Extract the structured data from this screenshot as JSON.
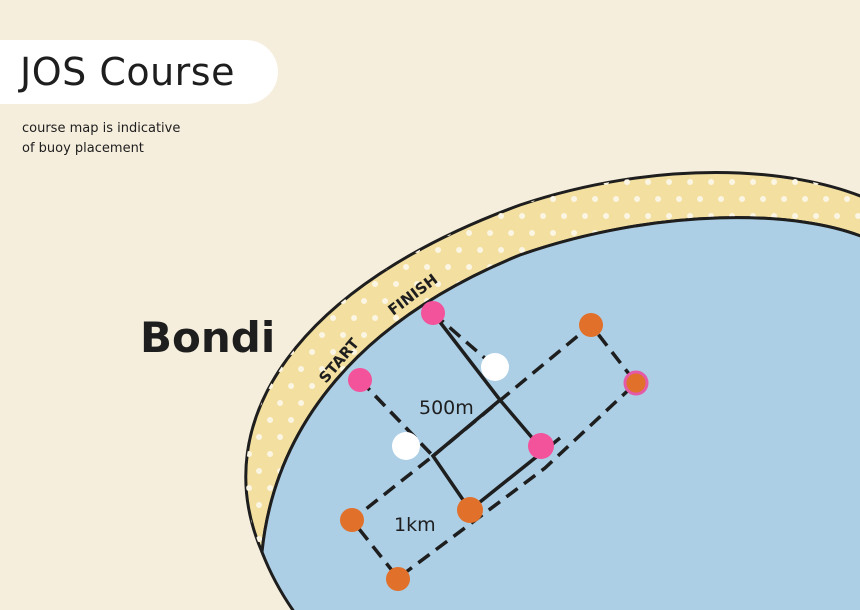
{
  "header": {
    "title": "JOS Course",
    "subtitle_line1": "course map is indicative",
    "subtitle_line2": "of buoy placement"
  },
  "beach": {
    "name": "Bondi",
    "start_label": "START",
    "finish_label": "FINISH"
  },
  "course": {
    "short_course_label": "500m",
    "long_course_label": "1km"
  },
  "colors": {
    "background": "#f6eedd",
    "sand": "#f3df9f",
    "water": "#accfe6",
    "outline": "#1e1e1e",
    "start_finish_buoy": "#f2539b",
    "turn_buoy_500m": "#ffffff",
    "turn_buoy_1km": "#e0702a"
  },
  "icons": {
    "start_finish_buoy": "pink-circle-buoy-icon",
    "turn_buoy_500m": "white-circle-buoy-icon",
    "turn_buoy_1km": "orange-circle-buoy-icon"
  }
}
